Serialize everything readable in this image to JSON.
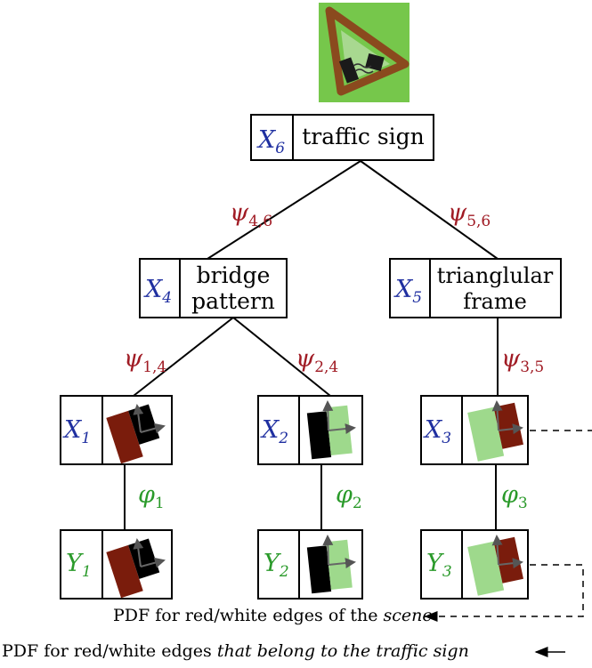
{
  "colors": {
    "variable_blue": "#1f2fa0",
    "potential_red": "#a01b24",
    "observation_green": "#2a9a2a",
    "patch_red": "#7a1c0c",
    "patch_black": "#000000",
    "patch_light_green": "#9ed98c",
    "sign_background": "#7ecf50",
    "sign_frame": "#8a4a1e"
  },
  "nodes": {
    "x6": {
      "var": "X",
      "sub": "6",
      "label": "traffic sign"
    },
    "x4": {
      "var": "X",
      "sub": "4",
      "label_line1": "bridge",
      "label_line2": "pattern"
    },
    "x5": {
      "var": "X",
      "sub": "5",
      "label_line1": "trianglular",
      "label_line2": "frame"
    },
    "x1": {
      "var": "X",
      "sub": "1",
      "patch": "red-black"
    },
    "x2": {
      "var": "X",
      "sub": "2",
      "patch": "black-green"
    },
    "x3": {
      "var": "X",
      "sub": "3",
      "patch": "green-red"
    },
    "y1": {
      "var": "Y",
      "sub": "1",
      "patch": "red-black"
    },
    "y2": {
      "var": "Y",
      "sub": "2",
      "patch": "black-green"
    },
    "y3": {
      "var": "Y",
      "sub": "3",
      "patch": "green-red"
    }
  },
  "potentials": {
    "psi_46": {
      "sym": "ψ",
      "sub": "4,6"
    },
    "psi_56": {
      "sym": "ψ",
      "sub": "5,6"
    },
    "psi_14": {
      "sym": "ψ",
      "sub": "1,4"
    },
    "psi_24": {
      "sym": "ψ",
      "sub": "2,4"
    },
    "psi_35": {
      "sym": "ψ",
      "sub": "3,5"
    },
    "phi_1": {
      "sym": "φ",
      "sub": "1"
    },
    "phi_2": {
      "sym": "φ",
      "sub": "2"
    },
    "phi_3": {
      "sym": "φ",
      "sub": "3"
    }
  },
  "captions": {
    "scene_prefix": "PDF for red/white edges of the ",
    "scene_emph": "scene",
    "sign_prefix": "PDF for red/white edges ",
    "sign_emph": "that belong to the traffic sign"
  },
  "icons": {
    "traffic_sign": "bridge-warning-sign-photo-icon",
    "edge_patch": "edge-patch-icon"
  }
}
